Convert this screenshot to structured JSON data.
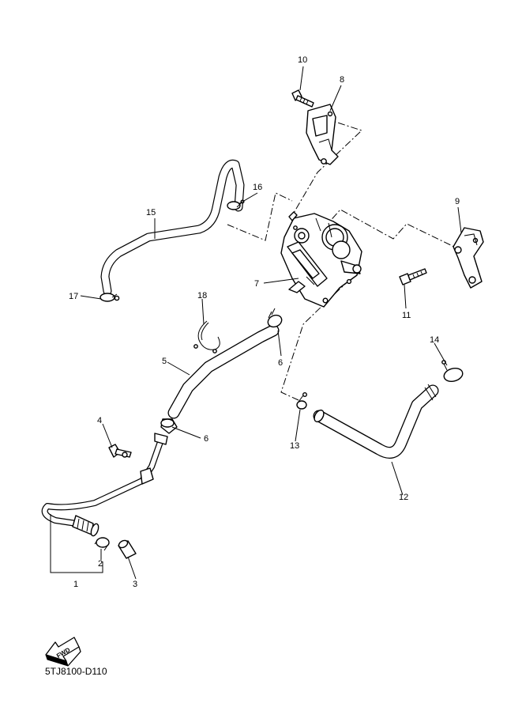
{
  "diagram": {
    "code": "5TJ8100-D110",
    "fwd_label": "FWD",
    "callouts": {
      "c1": "1",
      "c2": "2",
      "c3": "3",
      "c4": "4",
      "c5": "5",
      "c6a": "6",
      "c6b": "6",
      "c7": "7",
      "c8": "8",
      "c9": "9",
      "c10": "10",
      "c11": "11",
      "c12": "12",
      "c13": "13",
      "c14": "14",
      "c15": "15",
      "c16": "16",
      "c17": "17",
      "c18": "18"
    }
  }
}
